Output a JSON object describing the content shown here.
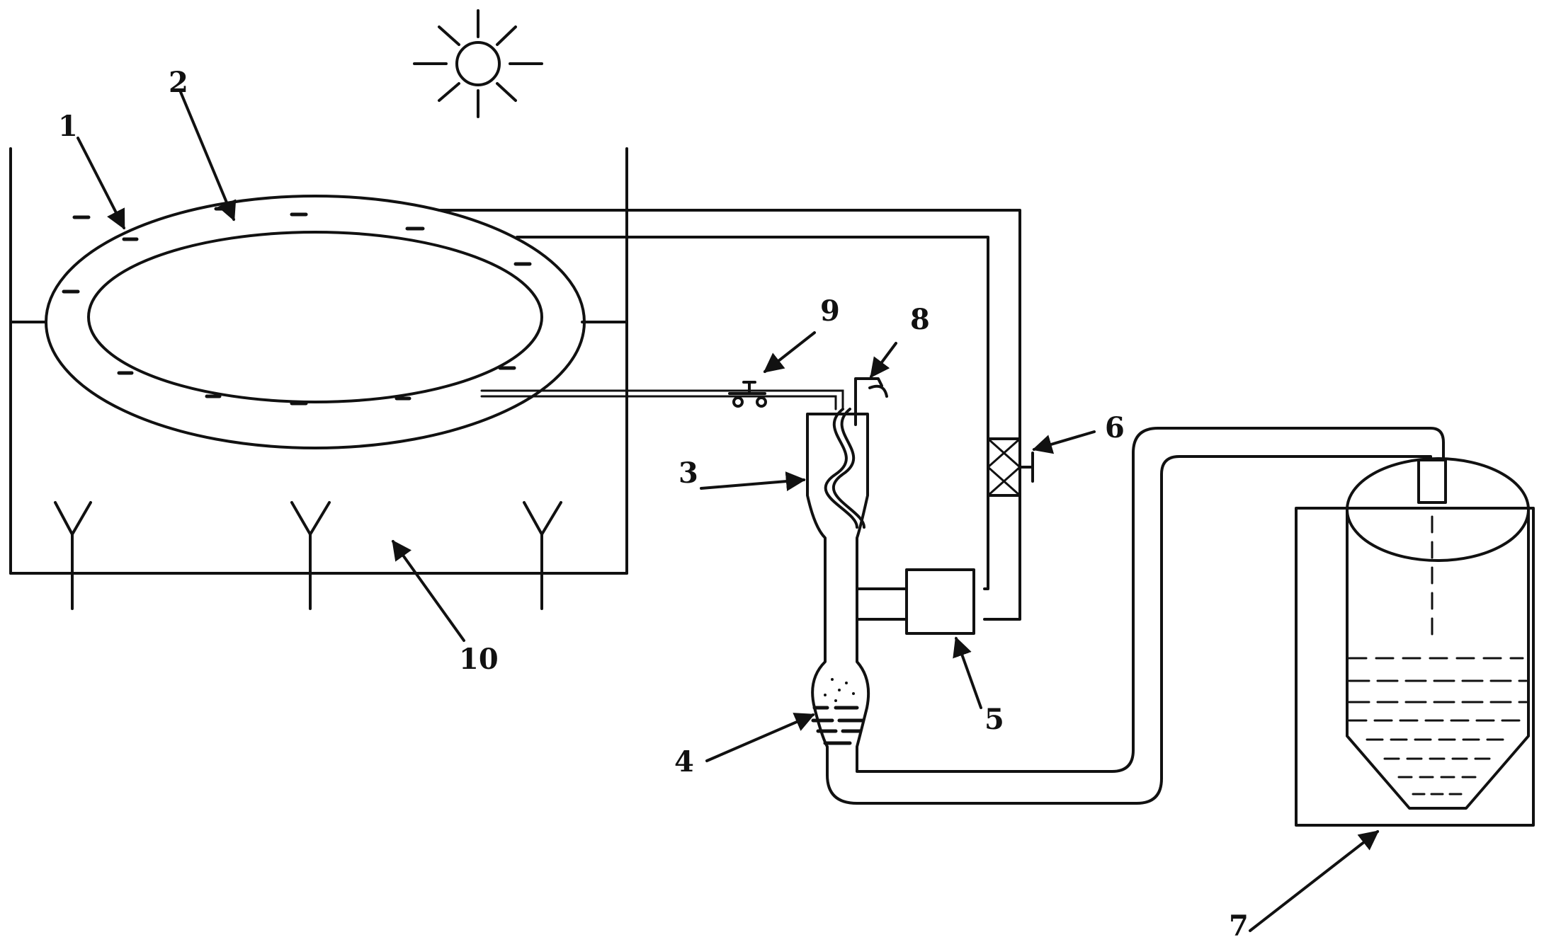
{
  "labels": {
    "l1": "1",
    "l2": "2",
    "l3": "3",
    "l4": "4",
    "l5": "5",
    "l6": "6",
    "l7": "7",
    "l8": "8",
    "l9": "9",
    "l10": "10"
  },
  "colors": {
    "ink": "#111111",
    "paper": "#ffffff"
  },
  "icons": [
    "sun-icon",
    "valve-icon",
    "faucet-icon"
  ]
}
